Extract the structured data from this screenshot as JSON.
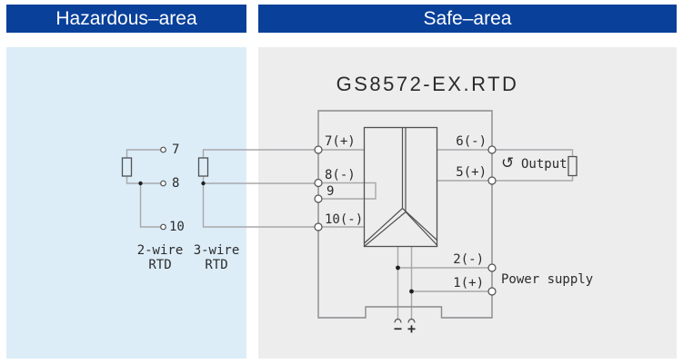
{
  "colors": {
    "banner_blue": "#08409A",
    "hazardous_panel_bg": "#DCEDF8",
    "safe_panel_bg": "#EDEDEE",
    "box_gray": "#8A8A8C",
    "wire_gray": "#A8A8AA",
    "symbol_dark": "#515153",
    "text_dark": "#2b2b2b"
  },
  "banners": {
    "hazardous": "Hazardous–area",
    "safe": "Safe–area"
  },
  "device": {
    "model": "GS8572-EX.RTD"
  },
  "sensors": {
    "rtd2": {
      "line1": "2-wire",
      "line2": "RTD",
      "t7": "7",
      "t8": "8",
      "t10": "10"
    },
    "rtd3": {
      "line1": "3-wire",
      "line2": "RTD"
    }
  },
  "module": {
    "t7": "7(+)",
    "t8": "8(-)",
    "t9": "9",
    "t10": "10(-)",
    "t6": "6(-)",
    "t5": "5(+)",
    "t2": "2(-)",
    "t1": "1(+)"
  },
  "output": {
    "icon": "↺",
    "label": "Output"
  },
  "power": {
    "label": "Power supply",
    "minus": "−",
    "plus": "+"
  }
}
